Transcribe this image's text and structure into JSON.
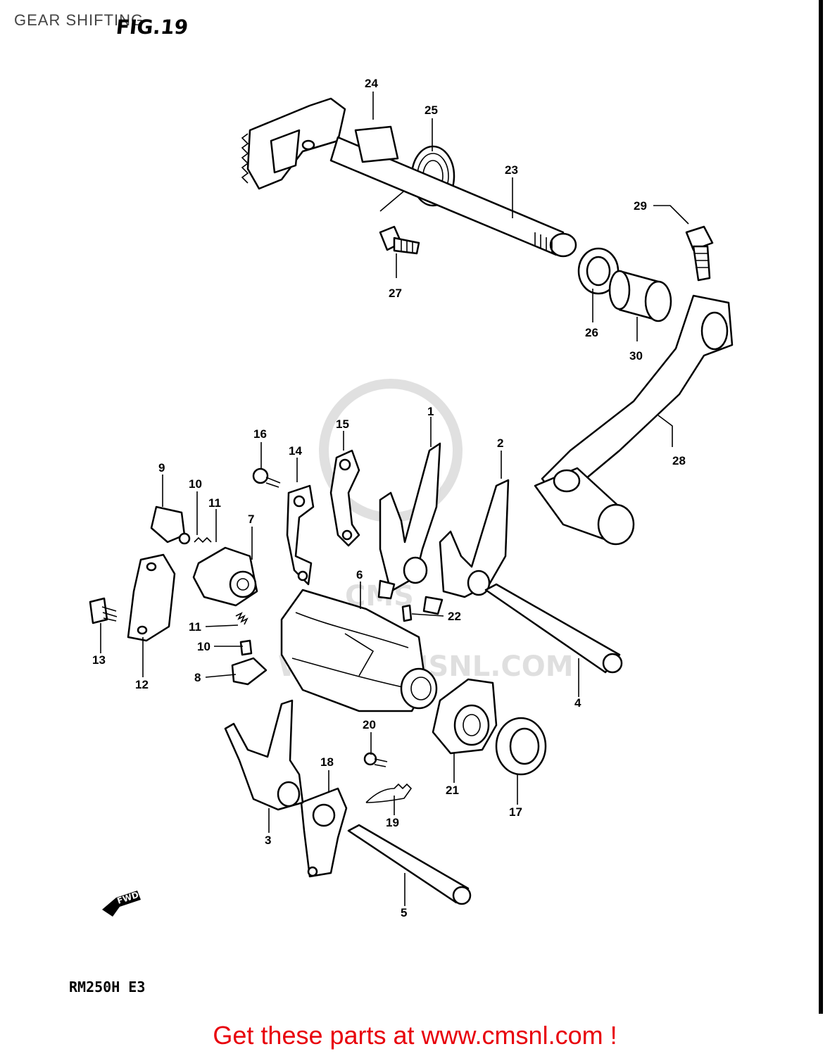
{
  "header": {
    "title": "GEAR SHIFTING",
    "figure": "FIG.19"
  },
  "model_code": "RM250H E3",
  "footer": {
    "link_text": "Get these parts at www.cmsnl.com !"
  },
  "watermark": {
    "text": "WWW.CMSNL.COM",
    "logo_text": "CMS"
  },
  "fwd_label": "FWD",
  "colors": {
    "footer_link": "#e8000b",
    "ink": "#000000",
    "paper": "#ffffff"
  },
  "callouts": [
    {
      "id": "c1",
      "text": "1"
    },
    {
      "id": "c2",
      "text": "2"
    },
    {
      "id": "c3",
      "text": "3"
    },
    {
      "id": "c4",
      "text": "4"
    },
    {
      "id": "c5",
      "text": "5"
    },
    {
      "id": "c6",
      "text": "6"
    },
    {
      "id": "c7",
      "text": "7"
    },
    {
      "id": "c8",
      "text": "8"
    },
    {
      "id": "c9",
      "text": "9"
    },
    {
      "id": "c10a",
      "text": "10"
    },
    {
      "id": "c10b",
      "text": "10"
    },
    {
      "id": "c11a",
      "text": "11"
    },
    {
      "id": "c11b",
      "text": "11"
    },
    {
      "id": "c12",
      "text": "12"
    },
    {
      "id": "c13",
      "text": "13"
    },
    {
      "id": "c14",
      "text": "14"
    },
    {
      "id": "c15",
      "text": "15"
    },
    {
      "id": "c16",
      "text": "16"
    },
    {
      "id": "c17",
      "text": "17"
    },
    {
      "id": "c18",
      "text": "18"
    },
    {
      "id": "c19",
      "text": "19"
    },
    {
      "id": "c20",
      "text": "20"
    },
    {
      "id": "c21",
      "text": "21"
    },
    {
      "id": "c22",
      "text": "22"
    },
    {
      "id": "c23",
      "text": "23"
    },
    {
      "id": "c24",
      "text": "24"
    },
    {
      "id": "c25",
      "text": "25"
    },
    {
      "id": "c26",
      "text": "26"
    },
    {
      "id": "c27",
      "text": "27"
    },
    {
      "id": "c28",
      "text": "28"
    },
    {
      "id": "c29",
      "text": "29"
    },
    {
      "id": "c30",
      "text": "30"
    }
  ]
}
